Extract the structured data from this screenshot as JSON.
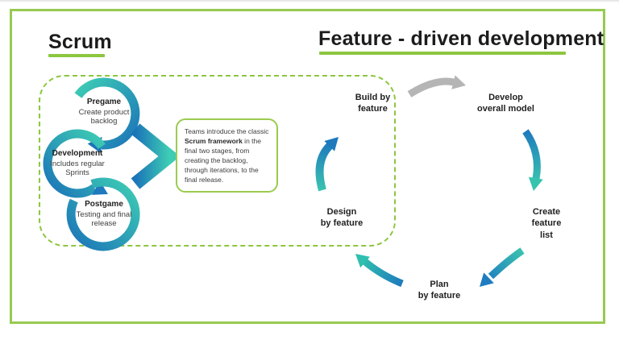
{
  "scrum": {
    "title": "Scrum",
    "stages": [
      {
        "name": "Pregame",
        "description": "Create product backlog"
      },
      {
        "name": "Development",
        "description": "Includes regular Sprints"
      },
      {
        "name": "Postgame",
        "description": "Testing and final release"
      }
    ],
    "note": {
      "before": "Teams introduce the classic ",
      "bold": "Scrum framework",
      "after": " in the final two stages, from creating the backlog, through iterations, to the final release."
    }
  },
  "fdd": {
    "title": "Feature - driven development",
    "stages": [
      {
        "label": "Develop\noverall model"
      },
      {
        "label": "Create\nfeature\nlist"
      },
      {
        "label": "Plan\nby feature"
      },
      {
        "label": "Design\nby feature"
      },
      {
        "label": "Build by\nfeature"
      }
    ]
  },
  "colors": {
    "accent_green": "#8dc63f",
    "frame_green": "#97ca50",
    "teal": "#3ac3b0",
    "blue": "#1e79bd",
    "gray_arrow": "#b5b5b5"
  }
}
